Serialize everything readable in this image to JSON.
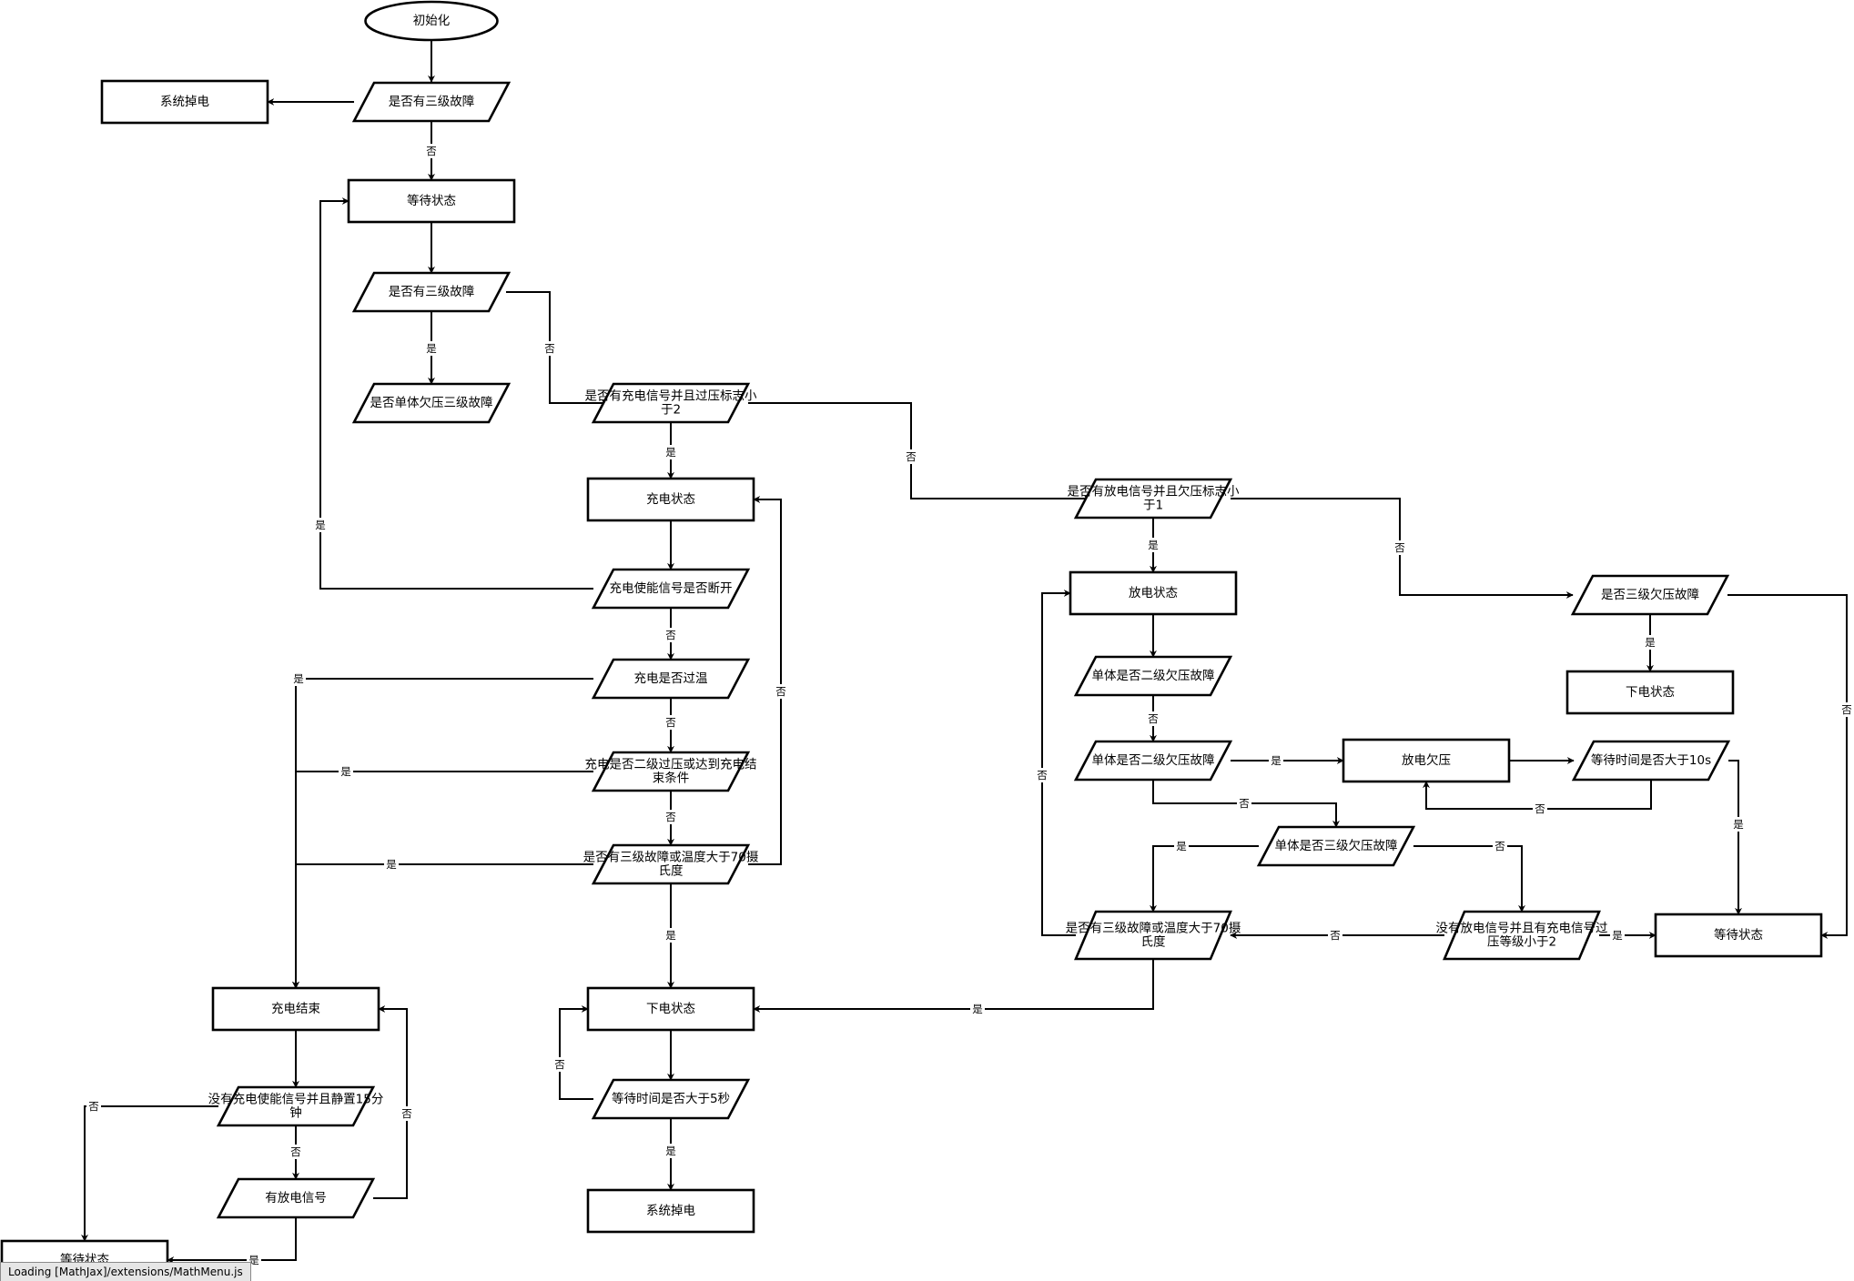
{
  "nodes": [
    {
      "id": "init",
      "shape": "ellipse",
      "label": "初始化"
    },
    {
      "id": "sys_off_1",
      "shape": "rect",
      "label": "系统掉电"
    },
    {
      "id": "d_l3_1",
      "shape": "para",
      "label": "是否有三级故障"
    },
    {
      "id": "wait_1",
      "shape": "rect",
      "label": "等待状态"
    },
    {
      "id": "d_l3_2",
      "shape": "para",
      "label": "是否有三级故障"
    },
    {
      "id": "d_cell_uv3",
      "shape": "para",
      "label": "是否单体欠压三级故障"
    },
    {
      "id": "d_charge_sig",
      "shape": "para",
      "label": [
        "是否有充电信号并且过压标志小",
        "于2"
      ]
    },
    {
      "id": "charge_state",
      "shape": "rect",
      "label": "充电状态"
    },
    {
      "id": "d_charge_en",
      "shape": "para",
      "label": "充电使能信号是否断开"
    },
    {
      "id": "d_charge_ot",
      "shape": "para",
      "label": "充电是否过温"
    },
    {
      "id": "d_charge_ov2",
      "shape": "para",
      "label": [
        "充电是否二级过压或达到充电结",
        "束条件"
      ]
    },
    {
      "id": "d_charge_l3t",
      "shape": "para",
      "label": [
        "是否有三级故障或温度大于70摄",
        "氏度"
      ]
    },
    {
      "id": "charge_end",
      "shape": "rect",
      "label": "充电结束"
    },
    {
      "id": "d_no_en_15",
      "shape": "para",
      "label": [
        "没有充电使能信号并且静置15分",
        "钟"
      ]
    },
    {
      "id": "d_has_dis",
      "shape": "para",
      "label": "有放电信号"
    },
    {
      "id": "wait_2",
      "shape": "rect",
      "label": "等待状态"
    },
    {
      "id": "power_down",
      "shape": "rect",
      "label": "下电状态"
    },
    {
      "id": "d_wait_5s",
      "shape": "para",
      "label": "等待时间是否大于5秒"
    },
    {
      "id": "sys_off_2",
      "shape": "rect",
      "label": "系统掉电"
    },
    {
      "id": "d_dis_sig",
      "shape": "para",
      "label": [
        "是否有放电信号并且欠压标志小",
        "于1"
      ]
    },
    {
      "id": "dis_state",
      "shape": "rect",
      "label": "放电状态"
    },
    {
      "id": "d_cell_uv2a",
      "shape": "para",
      "label": "单体是否二级欠压故障"
    },
    {
      "id": "d_cell_uv2b",
      "shape": "para",
      "label": "单体是否二级欠压故障"
    },
    {
      "id": "dis_uv",
      "shape": "rect",
      "label": "放电欠压"
    },
    {
      "id": "d_wait_10s",
      "shape": "para",
      "label": "等待时间是否大于10s"
    },
    {
      "id": "d_cell_uv3b",
      "shape": "para",
      "label": "单体是否三级欠压故障"
    },
    {
      "id": "d_dis_l3t",
      "shape": "para",
      "label": [
        "是否有三级故障或温度大于70摄",
        "氏度"
      ]
    },
    {
      "id": "d_no_dis",
      "shape": "para",
      "label": [
        "没有放电信号并且有充电信号过",
        "压等级小于2"
      ]
    },
    {
      "id": "wait_3",
      "shape": "rect",
      "label": "等待状态"
    },
    {
      "id": "d_l3_uv",
      "shape": "para",
      "label": "是否三级欠压故障"
    },
    {
      "id": "power_down_2",
      "shape": "rect",
      "label": "下电状态"
    }
  ],
  "edges": [
    {
      "id": "e1",
      "from": "init",
      "to": "d_l3_1",
      "label": ""
    },
    {
      "id": "e2",
      "from": "d_l3_1",
      "to": "sys_off_1",
      "label": ""
    },
    {
      "id": "e3",
      "from": "d_l3_1",
      "to": "wait_1",
      "label": "否"
    },
    {
      "id": "e4",
      "from": "wait_1",
      "to": "d_l3_2",
      "label": ""
    },
    {
      "id": "e5",
      "from": "d_l3_2",
      "to": "d_cell_uv3",
      "label": "是"
    },
    {
      "id": "e6",
      "from": "d_l3_2",
      "to": "d_charge_sig",
      "label": "否"
    },
    {
      "id": "e7",
      "from": "d_charge_sig",
      "to": "charge_state",
      "label": "是"
    },
    {
      "id": "e8",
      "from": "d_charge_sig",
      "to": "d_dis_sig",
      "label": "否"
    },
    {
      "id": "e9",
      "from": "charge_state",
      "to": "d_charge_en",
      "label": ""
    },
    {
      "id": "e10",
      "from": "d_charge_en",
      "to": "wait_1",
      "label": "是"
    },
    {
      "id": "e11",
      "from": "d_charge_en",
      "to": "d_charge_ot",
      "label": "否"
    },
    {
      "id": "e12",
      "from": "d_charge_ot",
      "to": "charge_end",
      "label": "是"
    },
    {
      "id": "e13",
      "from": "d_charge_ot",
      "to": "d_charge_ov2",
      "label": "否"
    },
    {
      "id": "e14",
      "from": "d_charge_ov2",
      "to": "charge_end",
      "label": "是"
    },
    {
      "id": "e15",
      "from": "d_charge_ov2",
      "to": "d_charge_l3t",
      "label": "否"
    },
    {
      "id": "e16",
      "from": "d_charge_l3t",
      "to": "charge_end",
      "label": "是"
    },
    {
      "id": "e17",
      "from": "d_charge_l3t",
      "to": "charge_state",
      "label": "否"
    },
    {
      "id": "e18",
      "from": "d_charge_l3t",
      "to": "power_down",
      "label": "是"
    },
    {
      "id": "e19",
      "from": "charge_end",
      "to": "d_no_en_15",
      "label": ""
    },
    {
      "id": "e20",
      "from": "d_no_en_15",
      "to": "wait_2",
      "label": "否"
    },
    {
      "id": "e21",
      "from": "d_no_en_15",
      "to": "d_has_dis",
      "label": "否"
    },
    {
      "id": "e22",
      "from": "d_has_dis",
      "to": "charge_end",
      "label": "否"
    },
    {
      "id": "e23",
      "from": "d_has_dis",
      "to": "wait_2",
      "label": "是"
    },
    {
      "id": "e24",
      "from": "power_down",
      "to": "d_wait_5s",
      "label": ""
    },
    {
      "id": "e25",
      "from": "d_wait_5s",
      "to": "power_down",
      "label": "否"
    },
    {
      "id": "e26",
      "from": "d_wait_5s",
      "to": "sys_off_2",
      "label": "是"
    },
    {
      "id": "e27",
      "from": "d_dis_sig",
      "to": "dis_state",
      "label": "是"
    },
    {
      "id": "e28",
      "from": "d_dis_sig",
      "to": "d_l3_uv",
      "label": "否"
    },
    {
      "id": "e29",
      "from": "dis_state",
      "to": "d_cell_uv2a",
      "label": ""
    },
    {
      "id": "e30",
      "from": "d_cell_uv2a",
      "to": "d_cell_uv2b",
      "label": "否"
    },
    {
      "id": "e31",
      "from": "d_cell_uv2b",
      "to": "dis_uv",
      "label": "是"
    },
    {
      "id": "e32",
      "from": "d_cell_uv2b",
      "to": "d_cell_uv3b",
      "label": "否"
    },
    {
      "id": "e33",
      "from": "dis_uv",
      "to": "d_wait_10s",
      "label": ""
    },
    {
      "id": "e34",
      "from": "d_wait_10s",
      "to": "dis_uv",
      "label": "否"
    },
    {
      "id": "e35",
      "from": "d_wait_10s",
      "to": "wait_3",
      "label": "是"
    },
    {
      "id": "e36",
      "from": "d_cell_uv3b",
      "to": "d_dis_l3t",
      "label": "是"
    },
    {
      "id": "e37",
      "from": "d_cell_uv3b",
      "to": "d_no_dis",
      "label": "否"
    },
    {
      "id": "e38",
      "from": "d_no_dis",
      "to": "d_dis_l3t",
      "label": "否"
    },
    {
      "id": "e39",
      "from": "d_no_dis",
      "to": "wait_3",
      "label": "是"
    },
    {
      "id": "e40",
      "from": "d_dis_l3t",
      "to": "dis_state",
      "label": "否"
    },
    {
      "id": "e41",
      "from": "d_dis_l3t",
      "to": "power_down",
      "label": "是"
    },
    {
      "id": "e42",
      "from": "d_l3_uv",
      "to": "power_down_2",
      "label": "是"
    },
    {
      "id": "e43",
      "from": "d_l3_uv",
      "to": "wait_3",
      "label": "否"
    }
  ],
  "status_bar": {
    "text": "Loading [MathJax]/extensions/MathMenu.js"
  }
}
